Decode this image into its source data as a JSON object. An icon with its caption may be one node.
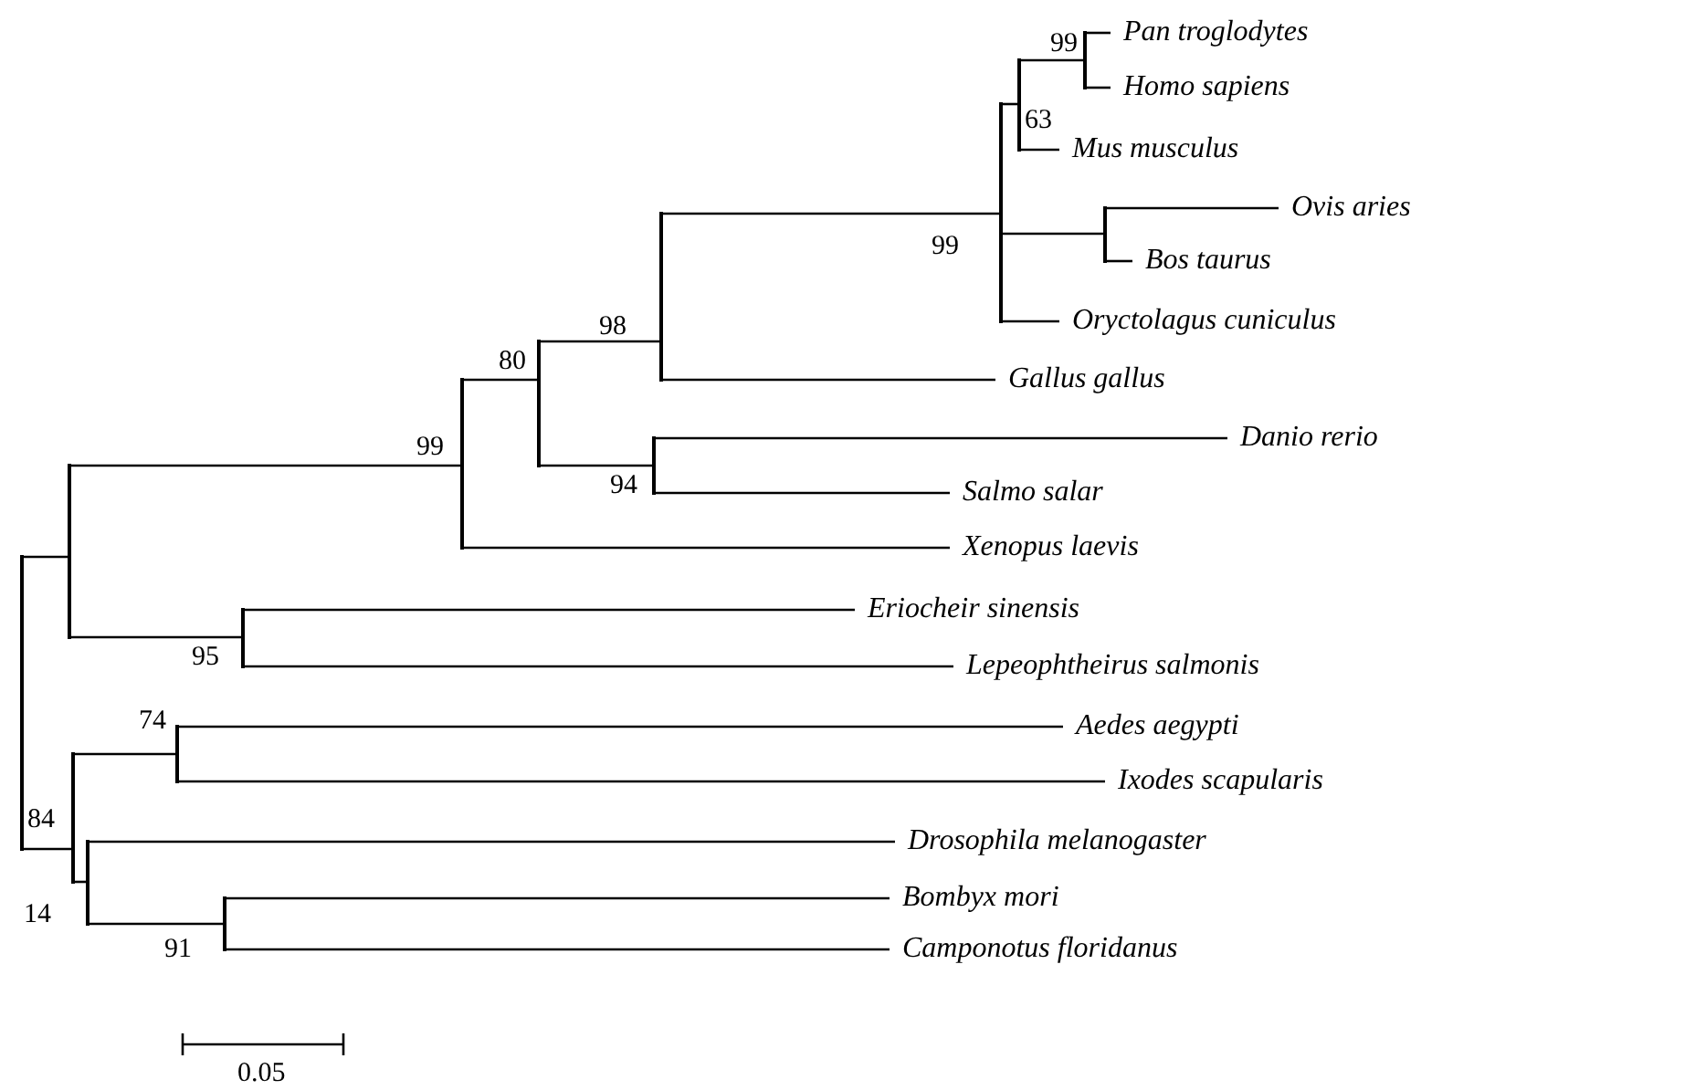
{
  "diagram": {
    "nodes": [
      {
        "text": [],
        "shape": "bar"
      },
      {
        "text": [],
        "shape": "bar"
      },
      {
        "text": [],
        "shape": "bar",
        "beside": [
          "99"
        ]
      },
      {
        "text": [],
        "shape": "bar",
        "beside": [
          "80"
        ]
      },
      {
        "text": [],
        "shape": "bar",
        "beside": [
          "98"
        ]
      },
      {
        "text": [],
        "shape": "bar",
        "beside": [
          "99"
        ]
      },
      {
        "text": [],
        "shape": "bar",
        "beside": [
          "63"
        ]
      },
      {
        "text": [],
        "shape": "bar",
        "beside": [
          "99"
        ]
      },
      {
        "text": [
          "Pan troglodytes"
        ]
      },
      {
        "text": [
          "Homo sapiens"
        ]
      },
      {
        "text": [
          "Mus musculus"
        ]
      },
      {
        "text": [],
        "shape": "bar"
      },
      {
        "text": [
          "Ovis aries"
        ]
      },
      {
        "text": [
          "Bos taurus"
        ]
      },
      {
        "text": [
          "Oryctolagus cuniculus"
        ]
      },
      {
        "text": [
          "Gallus gallus"
        ]
      },
      {
        "text": [],
        "shape": "bar",
        "beside": [
          "94"
        ]
      },
      {
        "text": [
          "Danio rerio"
        ]
      },
      {
        "text": [
          "Salmo salar"
        ]
      },
      {
        "text": [
          "Xenopus laevis"
        ]
      },
      {
        "text": [],
        "shape": "bar",
        "beside": [
          "95"
        ]
      },
      {
        "text": [
          "Eriocheir sinensis"
        ]
      },
      {
        "text": [
          "Lepeophtheirus salmonis"
        ]
      },
      {
        "text": [],
        "shape": "bar",
        "beside": [
          "84"
        ]
      },
      {
        "text": [],
        "shape": "bar",
        "beside": [
          "74"
        ]
      },
      {
        "text": [
          "Aedes aegypti"
        ]
      },
      {
        "text": [
          "Ixodes scapularis"
        ]
      },
      {
        "text": [],
        "shape": "bar",
        "beside": [
          "14"
        ]
      },
      {
        "text": [
          "Drosophila melanogaster"
        ]
      },
      {
        "text": [],
        "shape": "bar",
        "beside": [
          "91"
        ]
      },
      {
        "text": [
          "Bombyx mori"
        ]
      },
      {
        "text": [
          "Camponotus floridanus"
        ]
      }
    ],
    "edges": [
      {
        "from": 0,
        "to": 1,
        "arrow": "none"
      },
      {
        "from": 1,
        "to": 2,
        "arrow": "none"
      },
      {
        "from": 2,
        "to": 3,
        "arrow": "none"
      },
      {
        "from": 3,
        "to": 4,
        "arrow": "none"
      },
      {
        "from": 4,
        "to": 5,
        "arrow": "none"
      },
      {
        "from": 5,
        "to": 6,
        "arrow": "none"
      },
      {
        "from": 6,
        "to": 7,
        "arrow": "none"
      },
      {
        "from": 7,
        "to": 8,
        "arrow": "none"
      },
      {
        "from": 7,
        "to": 9,
        "arrow": "none"
      },
      {
        "from": 6,
        "to": 10,
        "arrow": "none"
      },
      {
        "from": 5,
        "to": 11,
        "arrow": "none"
      },
      {
        "from": 11,
        "to": 12,
        "arrow": "none"
      },
      {
        "from": 11,
        "to": 13,
        "arrow": "none"
      },
      {
        "from": 5,
        "to": 14,
        "arrow": "none"
      },
      {
        "from": 4,
        "to": 15,
        "arrow": "none"
      },
      {
        "from": 3,
        "to": 16,
        "arrow": "none"
      },
      {
        "from": 16,
        "to": 17,
        "arrow": "none"
      },
      {
        "from": 16,
        "to": 18,
        "arrow": "none"
      },
      {
        "from": 2,
        "to": 19,
        "arrow": "none"
      },
      {
        "from": 1,
        "to": 20,
        "arrow": "none"
      },
      {
        "from": 20,
        "to": 21,
        "arrow": "none"
      },
      {
        "from": 20,
        "to": 22,
        "arrow": "none"
      },
      {
        "from": 0,
        "to": 23,
        "arrow": "none"
      },
      {
        "from": 23,
        "to": 24,
        "arrow": "none"
      },
      {
        "from": 24,
        "to": 25,
        "arrow": "none"
      },
      {
        "from": 24,
        "to": 26,
        "arrow": "none"
      },
      {
        "from": 23,
        "to": 27,
        "arrow": "none"
      },
      {
        "from": 27,
        "to": 28,
        "arrow": "none"
      },
      {
        "from": 27,
        "to": 29,
        "arrow": "none"
      },
      {
        "from": 29,
        "to": 30,
        "arrow": "none"
      },
      {
        "from": 29,
        "to": 31,
        "arrow": "none"
      }
    ],
    "labels": [
      "0.05"
    ]
  }
}
